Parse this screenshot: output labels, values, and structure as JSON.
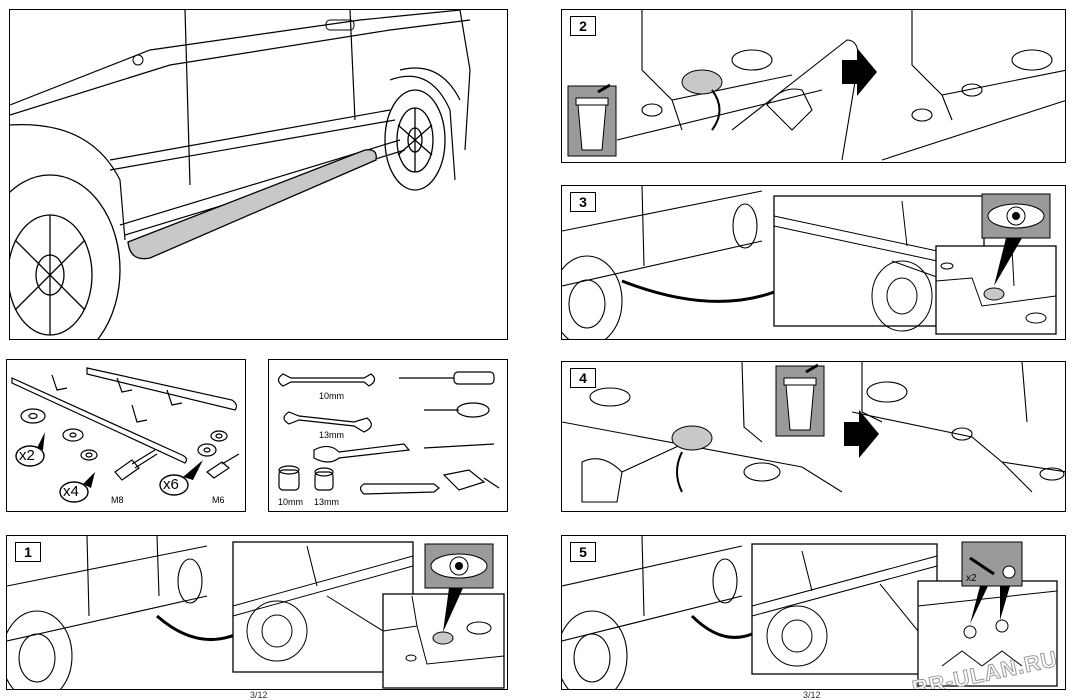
{
  "steps": {
    "s1": "1",
    "s2": "2",
    "s3": "3",
    "s4": "4",
    "s5": "5"
  },
  "parts": {
    "qty_washer_small": "x2",
    "qty_bolt_m8": "x4",
    "qty_bolt_m6": "x6",
    "bolt_m8": "M8",
    "bolt_m6": "M6"
  },
  "tools": {
    "wrench_10": "10mm",
    "wrench_13": "13mm",
    "socket_10": "10mm",
    "socket_13": "13mm"
  },
  "step5": {
    "qty": "x2"
  },
  "watermark": "RR-ULAN.RU",
  "footer": {
    "left": "3/12",
    "right": "3/12"
  },
  "colors": {
    "highlight": "#c8c8c8",
    "icon_bg": "#9a9a9a",
    "arrow": "#000000"
  }
}
